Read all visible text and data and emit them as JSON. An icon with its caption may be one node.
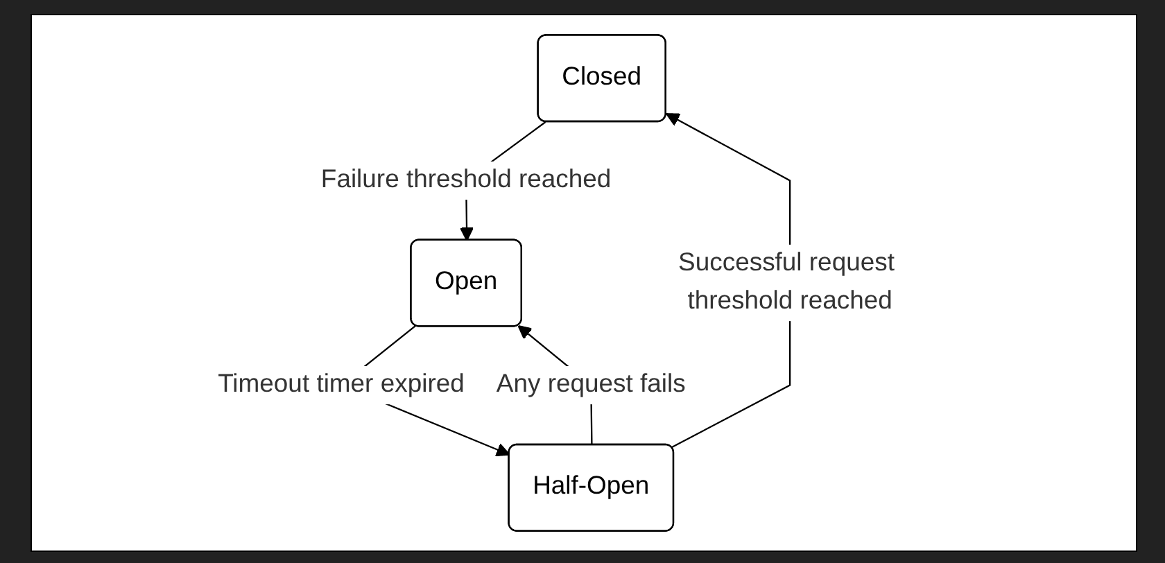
{
  "diagram": {
    "nodes": [
      {
        "text": [
          "Closed"
        ]
      },
      {
        "text": [
          "Half-Open"
        ]
      },
      {
        "text": [
          "Open"
        ]
      }
    ],
    "edges": [
      {
        "from": 1,
        "to": 0,
        "arrow": "to",
        "label": "Successful request threshold reached"
      },
      {
        "from": 0,
        "to": 2,
        "arrow": "to",
        "label": "Failure threshold reached"
      },
      {
        "from": 2,
        "to": 1,
        "arrow": "to",
        "label": "Timeout timer expired"
      },
      {
        "from": 1,
        "to": 2,
        "arrow": "to",
        "label": "Any request fails"
      }
    ]
  }
}
